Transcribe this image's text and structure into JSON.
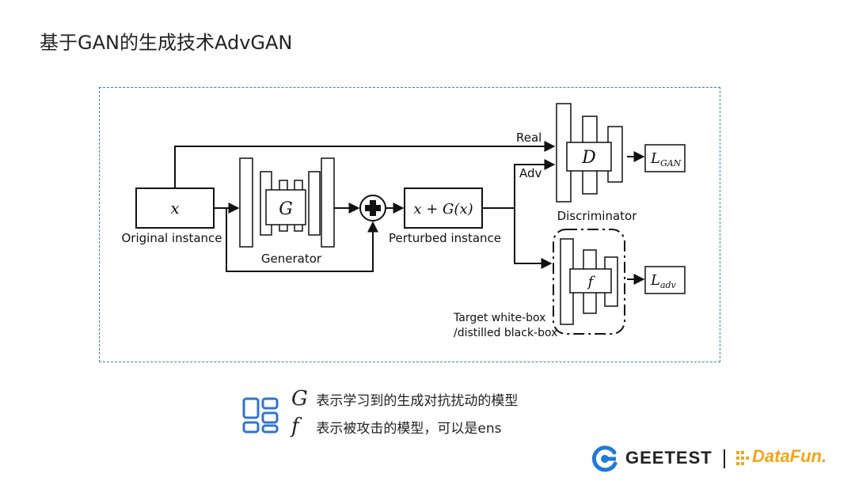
{
  "title": "基于GAN的生成技术AdvGAN",
  "diagram": {
    "input_symbol": "x",
    "input_label": "Original instance",
    "generator_symbol": "G",
    "generator_label": "Generator",
    "perturbed_symbol": "x + G(x)",
    "perturbed_label": "Perturbed instance",
    "real_label": "Real",
    "adv_label": "Adv",
    "discriminator_symbol": "D",
    "discriminator_label": "Discriminator",
    "loss_gan": "L",
    "loss_gan_sub": "GAN",
    "target_symbol": "f",
    "target_label_line1": "Target white-box",
    "target_label_line2": "/distilled black-box",
    "loss_adv": "L",
    "loss_adv_sub": "adv"
  },
  "legend": {
    "items": [
      {
        "symbol": "G",
        "text": "表示学习到的生成对抗扰动的模型"
      },
      {
        "symbol": "f",
        "text": "表示被攻击的模型，可以是ens"
      }
    ]
  },
  "footer": {
    "brand1": "GEETEST",
    "brand2": "DataFun."
  },
  "colors": {
    "accent_blue": "#3a7fd0",
    "datafun_orange": "#f2a51a",
    "geetest_blue": "#1f7ad8"
  }
}
